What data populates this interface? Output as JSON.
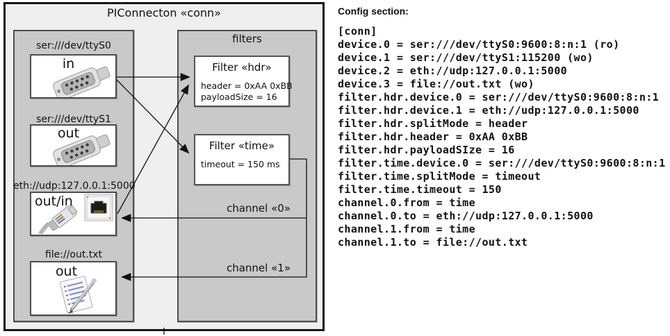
{
  "diagram": {
    "title": "PIConnecton «conn»",
    "filters_panel_title": "filters",
    "devices": [
      {
        "protocol": "ser:///dev/ttyS0",
        "direction": "in",
        "icon": "serial-connector-icon"
      },
      {
        "protocol": "ser:///dev/ttyS1",
        "direction": "out",
        "icon": "serial-connector-icon"
      },
      {
        "protocol": "eth://udp:127.0.0.1:5000",
        "direction": "out/in",
        "icon": "ethernet-connector-icon"
      },
      {
        "protocol": "file://out.txt",
        "direction": "out",
        "icon": "notepad-pencil-icon"
      }
    ],
    "filters": [
      {
        "title": "Filter «hdr»",
        "attributes": [
          "header = 0xAA 0xBB",
          "payloadSize = 16"
        ]
      },
      {
        "title": "Filter «time»",
        "attributes": [
          "timeout = 150 ms"
        ]
      }
    ],
    "channels": [
      {
        "label": "channel «0»"
      },
      {
        "label": "channel «1»"
      }
    ]
  },
  "config": {
    "heading": "Config section:",
    "lines": [
      "[conn]",
      "device.0 = ser:///dev/ttyS0:9600:8:n:1 (ro)",
      "device.1 = ser:///dev/ttyS1:115200 (wo)",
      "device.2 = eth://udp:127.0.0.1:5000",
      "device.3 = file://out.txt (wo)",
      "filter.hdr.device.0 = ser:///dev/ttyS0:9600:8:n:1",
      "filter.hdr.device.1 = eth://udp:127.0.0.1:5000",
      "filter.hdr.splitMode = header",
      "filter.hdr.header = 0xAA 0xBB",
      "filter.hdr.payloadSIze = 16",
      "filter.time.device.0 = ser:///dev/ttyS0:9600:8:n:1",
      "filter.time.splitMode = timeout",
      "filter.time.timeout = 150",
      "channel.0.from = time",
      "channel.0.to = eth://udp:127.0.0.1:5000",
      "channel.1.from = time",
      "channel.1.to = file://out.txt"
    ]
  },
  "colors": {
    "outer_fill": "#efefef",
    "panel_fill": "#c9c9c9",
    "panel_border": "#4d4d4d",
    "node_fill": "#ffffff",
    "line": "#111111"
  }
}
